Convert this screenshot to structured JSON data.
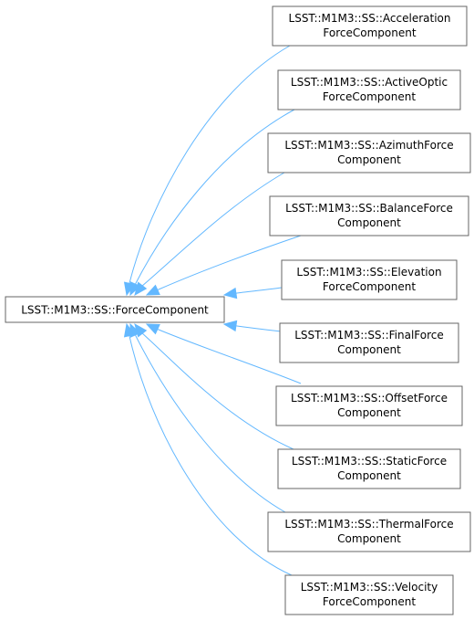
{
  "diagram": {
    "base": {
      "label": "LSST::M1M3::SS::ForceComponent"
    },
    "derived": [
      {
        "line1": "LSST::M1M3::SS::Acceleration",
        "line2": "ForceComponent"
      },
      {
        "line1": "LSST::M1M3::SS::ActiveOptic",
        "line2": "ForceComponent"
      },
      {
        "line1": "LSST::M1M3::SS::AzimuthForce",
        "line2": "Component"
      },
      {
        "line1": "LSST::M1M3::SS::BalanceForce",
        "line2": "Component"
      },
      {
        "line1": "LSST::M1M3::SS::Elevation",
        "line2": "ForceComponent"
      },
      {
        "line1": "LSST::M1M3::SS::FinalForce",
        "line2": "Component"
      },
      {
        "line1": "LSST::M1M3::SS::OffsetForce",
        "line2": "Component"
      },
      {
        "line1": "LSST::M1M3::SS::StaticForce",
        "line2": "Component"
      },
      {
        "line1": "LSST::M1M3::SS::ThermalForce",
        "line2": "Component"
      },
      {
        "line1": "LSST::M1M3::SS::Velocity",
        "line2": "ForceComponent"
      }
    ],
    "colors": {
      "edge": "#63b8ff",
      "box_border": "#666666"
    }
  }
}
